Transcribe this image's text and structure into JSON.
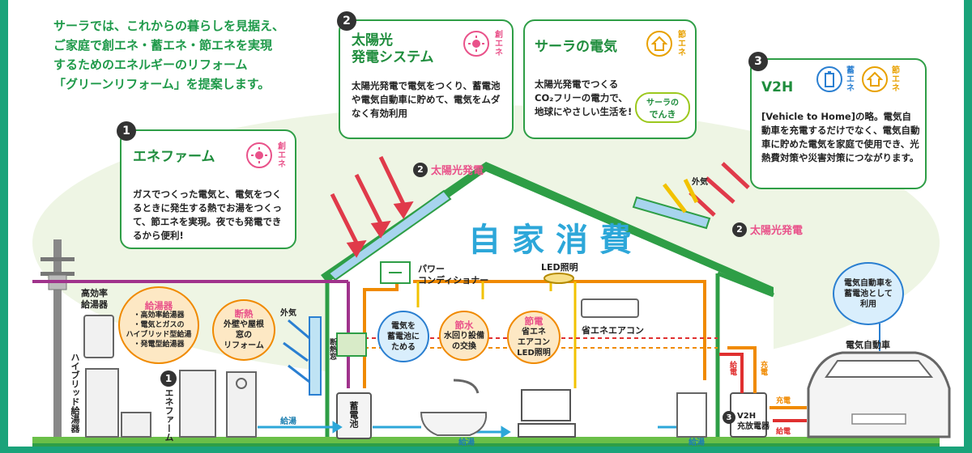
{
  "intro": {
    "lines": [
      "サーラでは、これからの暮らしを見据え、",
      "ご家庭で創エネ・蓄エネ・節エネを実現",
      "するためのエネルギーのリフォーム",
      "「グリーンリフォーム」を提案します。"
    ]
  },
  "cards": {
    "solar": {
      "num": "2",
      "title_l1": "太陽光",
      "title_l2": "発電システム",
      "tag": "創エネ",
      "text": "太陽光発電で電気をつくり、蓄電池や電気自動車に貯めて、電気をムダなく有効利用"
    },
    "sala": {
      "title": "サーラの電気",
      "tag": "節エネ",
      "text": "太陽光発電でつくるCO₂フリーの電力で、地球にやさしい生活を!",
      "logo_l1": "サーラの",
      "logo_l2": "でんき"
    },
    "v2h": {
      "num": "3",
      "title": "V2H",
      "tag1": "蓄エネ",
      "tag2": "節エネ",
      "text": "[Vehicle to Home]の略。電気自動車を充電するだけでなく、電気自動車に貯めた電気を家庭で使用でき、光熱費対策や災害対策につながります。"
    },
    "enefarm": {
      "num": "1",
      "title": "エネファーム",
      "tag": "創エネ",
      "text": "ガスでつくった電気と、電気をつくるときに発生する熱でお湯をつくって、節エネを実現。夜でも発電できるから便利!"
    }
  },
  "diagram": {
    "solar_label_1": "太陽光発電",
    "solar_label_1_num": "2",
    "solar_label_2": "太陽光発電",
    "solar_label_2_num": "2",
    "self_consumption": "自家消費",
    "outside_air_1": "外気",
    "outside_air_2": "外気",
    "power_conditioner_l1": "パワー",
    "power_conditioner_l2": "コンディショナー",
    "led": "LED照明",
    "aircon": "省エネエアコン",
    "high_eff_heater_l1": "高効率",
    "high_eff_heater_l2": "給湯器",
    "hybrid_heater": "ハイブリッド給湯器",
    "enefarm_label": "エネファーム",
    "enefarm_num": "1",
    "insulated_window": "断熱窓",
    "battery": "蓄電池",
    "hot_water_1": "給湯",
    "hot_water_2": "給湯",
    "hot_water_3": "給湯",
    "v2h_device_l1": "V2H",
    "v2h_device_l2": "充放電器",
    "v2h_num": "3",
    "ev": "電気自動車",
    "charge_1": "充電",
    "charge_2": "充電",
    "discharge_1": "給電",
    "discharge_2": "給電"
  },
  "bubbles": {
    "heater": {
      "title": "給湯器",
      "l1": "・高効率給湯器",
      "l2": "・電気とガスの",
      "l3": "ハイブリッド型給湯",
      "l4": "・発電型給湯器"
    },
    "insulation": {
      "title": "断熱",
      "l1": "外壁や屋根",
      "l2": "窓の",
      "l3": "リフォーム"
    },
    "store": {
      "l1": "電気を",
      "l2": "蓄電池に",
      "l3": "ためる"
    },
    "water": {
      "title": "節水",
      "l1": "水回り設備",
      "l2": "の交換"
    },
    "power": {
      "title": "節電",
      "l1": "省エネ",
      "l2": "エアコン",
      "l3": "LED照明"
    },
    "ev": {
      "l1": "電気自動車を",
      "l2": "蓄電池として",
      "l3": "利用"
    }
  },
  "colors": {
    "green": "#2e9e46",
    "pink": "#e9528a",
    "orange": "#f08a00",
    "yellow": "#f2c200",
    "blue": "#2a7fd1",
    "purple": "#a0338c",
    "red": "#e03030"
  }
}
